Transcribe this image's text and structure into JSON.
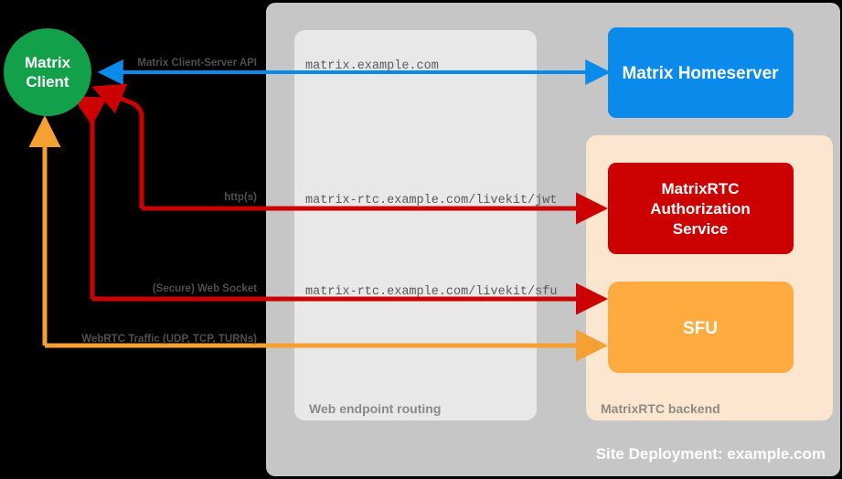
{
  "diagram": {
    "title": "MatrixRTC deployment architecture",
    "deployment_label": "Site Deployment: example.com",
    "containers": [
      {
        "id": "site",
        "label": "Site Deployment: example.com",
        "color": "#c6c6c6"
      },
      {
        "id": "routing",
        "label": "Web endpoint routing",
        "color": "#e8e8e8"
      },
      {
        "id": "backend",
        "label": "MatrixRTC backend",
        "color": "#fce6cf"
      }
    ],
    "nodes": [
      {
        "id": "client",
        "label_line1": "Matrix",
        "label_line2": "Client",
        "shape": "circle",
        "color": "#12a04b",
        "text_color": "#ffffff"
      },
      {
        "id": "homeserver",
        "label": "Matrix Homeserver",
        "shape": "rounded-rect",
        "color": "#0a8aea",
        "text_color": "#ffffff"
      },
      {
        "id": "authservice",
        "label_line1": "MatrixRTC",
        "label_line2": "Authorization",
        "label_line3": "Service",
        "shape": "rounded-rect",
        "color": "#cc0000",
        "text_color": "#ffffff"
      },
      {
        "id": "sfu",
        "label": "SFU",
        "shape": "rounded-rect",
        "color": "#ffab40",
        "text_color": "#ffffff"
      }
    ],
    "edges": [
      {
        "id": "cs-api",
        "protocol_label": "Matrix Client-Server API",
        "endpoint_label": "matrix.example.com",
        "color": "#0a8aea",
        "from": "homeserver",
        "to": "client",
        "bidirectional": true
      },
      {
        "id": "jwt",
        "protocol_label": "http(s)",
        "endpoint_label": "matrix-rtc.example.com/livekit/jwt",
        "color": "#cc0000",
        "from": "client",
        "to": "authservice",
        "bidirectional": true
      },
      {
        "id": "ws",
        "protocol_label": "(Secure) Web Socket",
        "endpoint_label": "matrix-rtc.example.com/livekit/sfu",
        "color": "#cc0000",
        "from": "client",
        "to": "sfu",
        "bidirectional": true
      },
      {
        "id": "webrtc",
        "protocol_label": "WebRTC Traffic (UDP, TCP, TURNs)",
        "endpoint_label": "",
        "color": "#f5a033",
        "from": "client",
        "to": "sfu",
        "bidirectional": true
      }
    ]
  }
}
